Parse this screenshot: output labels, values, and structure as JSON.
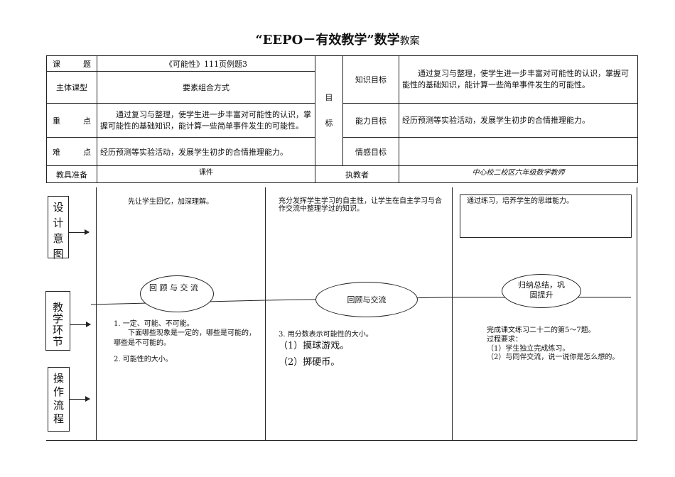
{
  "doc_title": {
    "part1": "“EEPO－有效教学”",
    "part2": "数学",
    "part3": "教案"
  },
  "header": {
    "topic_label": "课　　题",
    "topic_value": "《可能性》111页例题3",
    "type_label": "主体课型",
    "type_value": "要素组合方式",
    "key_label": "重　　点",
    "key_value": "通过复习与整理，使学生进一步丰富对可能性的认识，掌握可能性的基础知识，能计算一些简单事件发生的可能性。",
    "diff_label": "难　　点",
    "diff_value": "经历预测等实验活动，发展学生初步的合情推理能力。",
    "tools_label": "教具准备",
    "tools_value": "课件",
    "goal_char1": "目",
    "goal_char2": "标",
    "knowledge_label": "知识目标",
    "knowledge_value": "通过复习与整理，使学生进一步丰富对可能性的认识，掌握可能性的基础知识，能计算一些简单事件发生的可能性。",
    "ability_label": "能力目标",
    "ability_value": "经历预测等实验活动，发展学生初步的合情推理能力。",
    "emotion_label": "情感目标",
    "emotion_value": "",
    "teacher_label": "执教者",
    "teacher_value": "中心校二校区六年级数学教师"
  },
  "side_boxes": {
    "design": "设计意图",
    "step": "教学环节",
    "flow": "操作流程"
  },
  "columns": {
    "col1": {
      "design_text": "先让学生回忆，加深理解。",
      "step_label": "回 顾 与 交 流",
      "content_1": "1. 一定、可能、不可能。",
      "content_2": "下面哪些现象是一定的，哪些是可能的，哪些是不可能的。",
      "content_3": "2. 可能性的大小。"
    },
    "col2": {
      "design_text": "充分发挥学生学习的自主性，让学生在自主学习与合作交流中整理学过的知识。",
      "step_label": "回顾与交流",
      "content_1": "3. 用分数表示可能性的大小。",
      "content_2": "（1）摸球游戏。",
      "content_3": "（2）掷硬币。"
    },
    "col3": {
      "design_text": "通过练习，培养学生的思维能力。",
      "step_label": "归纳总结，巩固提升",
      "content_1": "完成课文练习二十二的第5～7题。",
      "content_2": "过程要求：",
      "content_3": "（1）学生独立完成练习。",
      "content_4": "（2）与同伴交流，说一说你是怎么想的。"
    }
  }
}
